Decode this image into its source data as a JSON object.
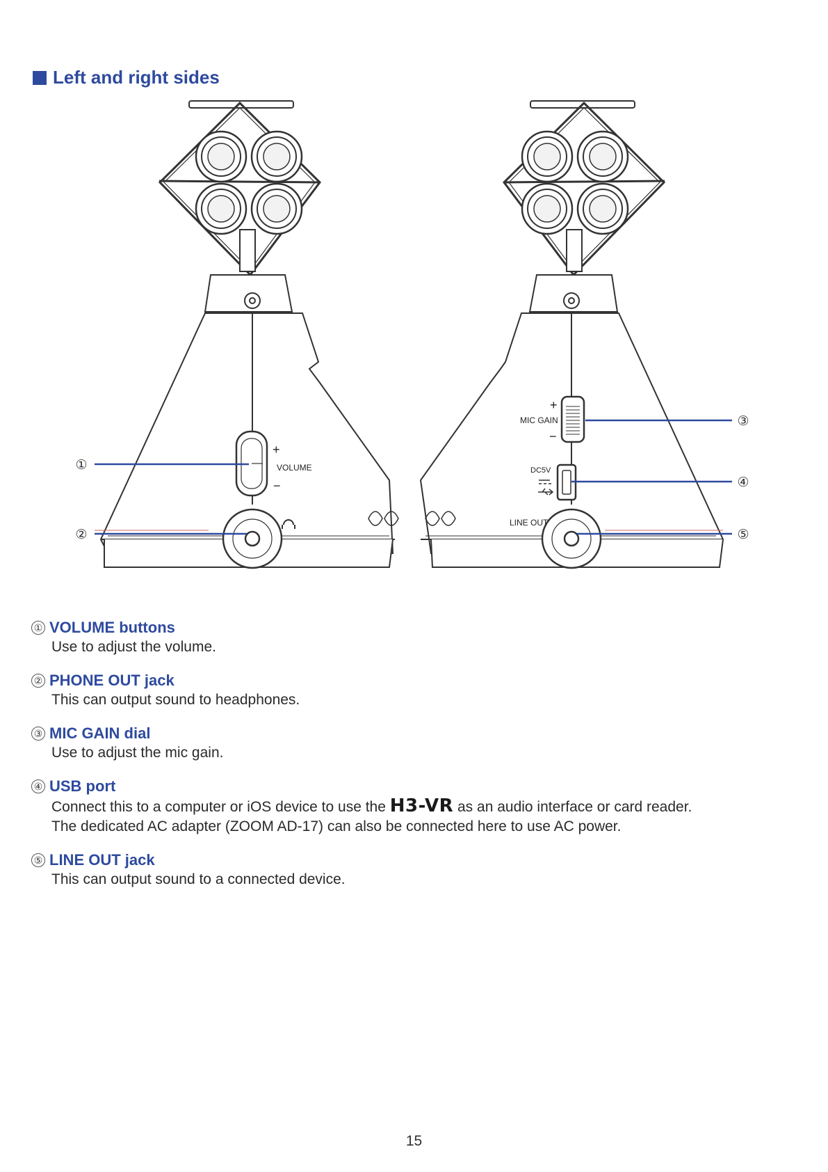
{
  "section": {
    "title": "Left and right sides"
  },
  "diagram": {
    "labels": {
      "volume": "VOLUME",
      "plus": "+",
      "minus": "−",
      "mic_gain": "MIC GAIN",
      "dc5v": "DC5V",
      "line_out": "LINE OUT"
    },
    "callouts": [
      "①",
      "②",
      "③",
      "④",
      "⑤"
    ],
    "colors": {
      "callout_line": "#2e4a9f",
      "outline": "#333333"
    }
  },
  "items": [
    {
      "num": "①",
      "title": "VOLUME buttons",
      "desc": "Use to adjust the volume."
    },
    {
      "num": "②",
      "title": "PHONE OUT jack",
      "desc": "This can output sound to headphones."
    },
    {
      "num": "③",
      "title": "MIC GAIN dial",
      "desc": "Use to adjust the mic gain."
    },
    {
      "num": "④",
      "title": "USB port",
      "desc_prefix": "Connect this to a computer or iOS device to use the ",
      "brand": "H3-VR",
      "desc_suffix": " as an audio interface or card reader.",
      "desc2": "The dedicated AC adapter (ZOOM AD-17) can also be connected here to use AC power."
    },
    {
      "num": "⑤",
      "title": "LINE OUT jack",
      "desc": "This can output sound to a connected device."
    }
  ],
  "page": {
    "number": "15"
  }
}
